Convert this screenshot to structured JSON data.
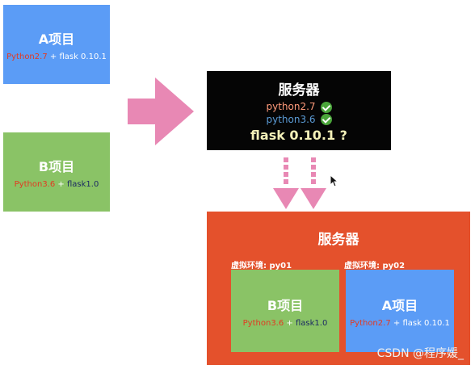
{
  "project_a": {
    "title": "A项目",
    "version_python": "Python2.7",
    "plus": "+",
    "version_flask": "flask 0.10.1"
  },
  "project_b": {
    "title": "B项目",
    "version_python": "Python3.6",
    "plus": "+",
    "version_flask": "flask1.0"
  },
  "server_top": {
    "title": "服务器",
    "python27": "python2.7",
    "python36": "python3.6",
    "flask_question": "flask 0.10.1 ?"
  },
  "server_bottom": {
    "title": "服务器",
    "venv_left_label": "虚拟环境: py01",
    "venv_right_label": "虚拟环境: py02",
    "left_project_title": "B项目",
    "left_python": "Python3.6",
    "left_plus": "+",
    "left_flask": "flask1.0",
    "right_project_title": "A项目",
    "right_python": "Python2.7",
    "right_plus": "+",
    "right_flask": "flask 0.10.1"
  },
  "watermark": "CSDN @程序媛_",
  "colors": {
    "blue_box": "#5b9cf6",
    "green_box": "#8ac366",
    "black_box": "#050505",
    "orange_box": "#e4512c",
    "pink_arrow": "#e888b4"
  }
}
